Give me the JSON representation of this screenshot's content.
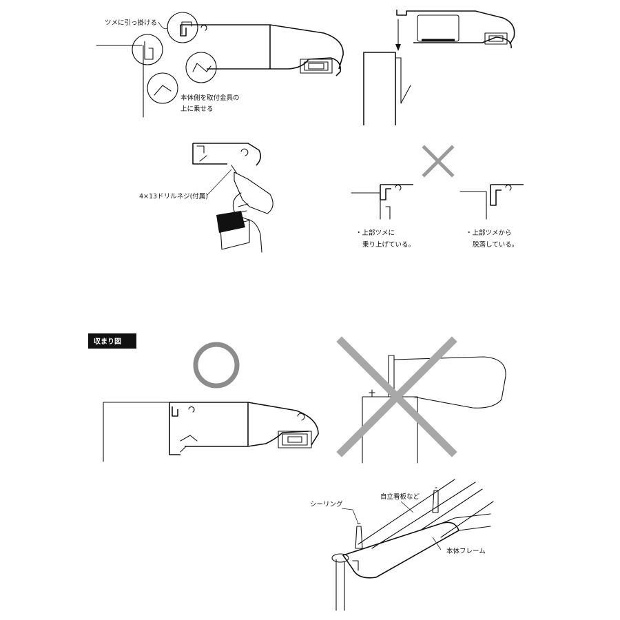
{
  "labels": {
    "hook_on_claw": "ツメに引っ掛ける",
    "rest_body_line1": "本体側を取付金具の",
    "rest_body_line2": "上に乗せる",
    "drill_screw": "4×13ドリルネジ(付属)",
    "bad_ride_line1": "・上部ツメに",
    "bad_ride_line2": "乗り上げている。",
    "bad_fall_line1": "・上部ツメから",
    "bad_fall_line2": "脱落している。",
    "section_title": "収まり図",
    "sealing": "シーリング",
    "standalone_sign": "自立看板など",
    "body_frame": "本体フレーム"
  },
  "marks": {
    "correct": "circle",
    "incorrect": "cross"
  },
  "colors": {
    "line": "#111111",
    "mark_gray": "#a8a8a8",
    "badge": "#111111"
  }
}
